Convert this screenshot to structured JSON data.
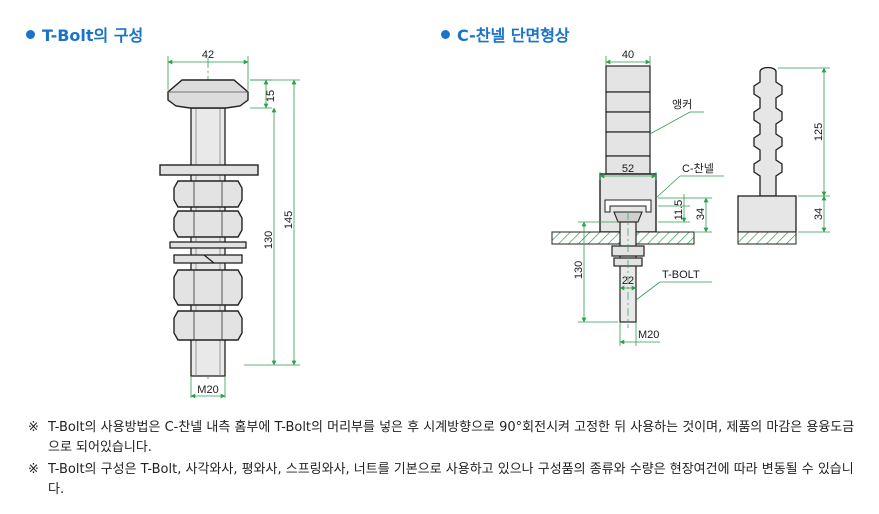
{
  "sections": {
    "left_title": "T-Bolt의 구성",
    "right_title": "C-찬넬 단면형상"
  },
  "left_dims": {
    "head_width": "42",
    "head_height": "15",
    "length_130": "130",
    "length_145": "145",
    "thread": "M20"
  },
  "right_dims": {
    "anchor_width": "40",
    "anchor_label": "앵커",
    "channel_width": "52",
    "channel_label": "C-찬넬",
    "dim_11_5": "11.5",
    "dim_34": "34",
    "bolt_length": "130",
    "bolt_dia": "22",
    "bolt_label": "T-BOLT",
    "thread": "M20",
    "profile_height": "125",
    "profile_base": "34"
  },
  "notes": [
    {
      "mark": "※",
      "text": "T-Bolt의 사용방법은 C-찬넬 내측 홈부에 T-Bolt의 머리부를 넣은 후 시계방향으로 90°회전시켜 고정한 뒤 사용하는 것이며, 제품의 마감은 용융도금으로 되어있습니다."
    },
    {
      "mark": "※",
      "text": "T-Bolt의 구성은 T-Bolt, 사각와사, 평와사, 스프링와사, 너트를 기본으로 사용하고 있으나 구성품의 종류와 수량은 현장여건에 따라 변동될 수 있습니다."
    }
  ],
  "colors": {
    "title": "#1a73c9",
    "dimension": "#2e9e4f",
    "line": "#222222",
    "fill": "#e6e6e6"
  }
}
